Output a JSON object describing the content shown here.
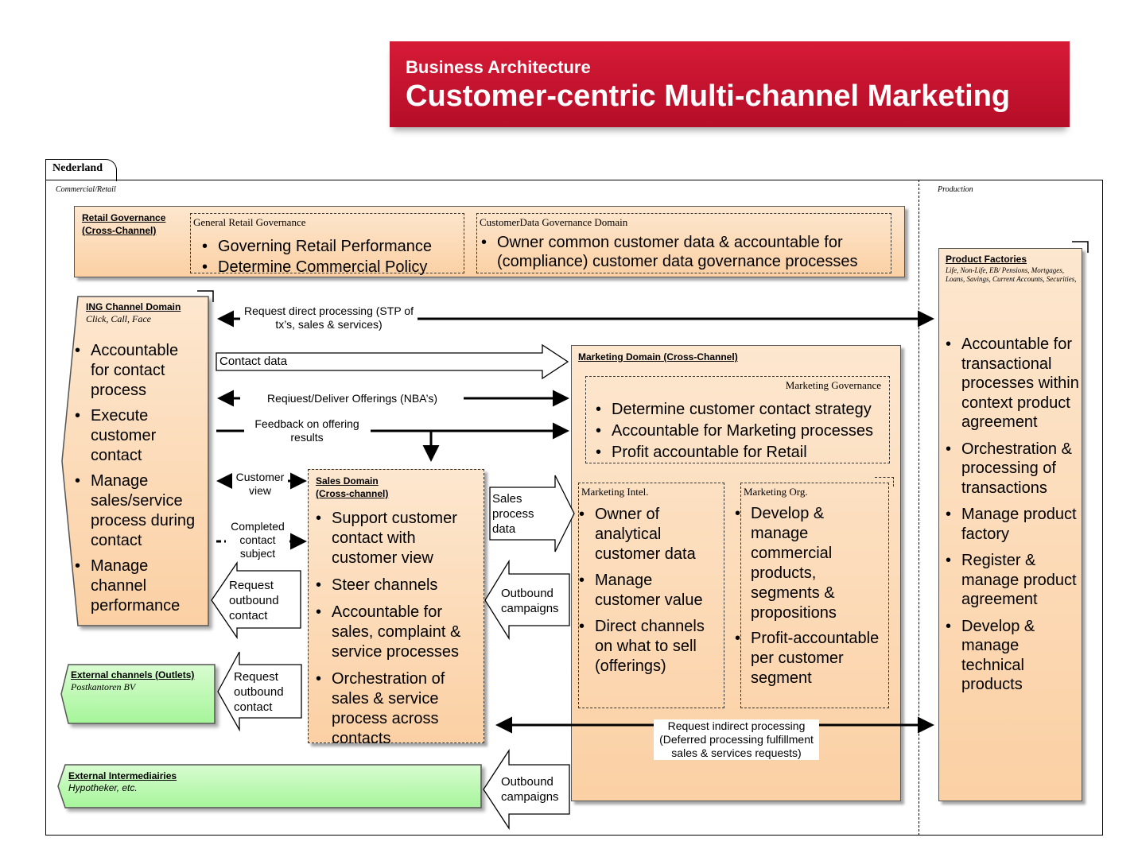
{
  "banner": {
    "subtitle": "Business Architecture",
    "title": "Customer-centric Multi-channel Marketing"
  },
  "tab": {
    "label": "Nederland"
  },
  "frame": {
    "left_label": "Commercial/Retail",
    "right_label": "Production"
  },
  "retail_governance": {
    "title_line1": "Retail Governance",
    "title_line2": "(Cross-Channel)",
    "general": {
      "title": "General  Retail Governance",
      "items": [
        "Governing Retail Performance",
        "Determine Commercial Policy"
      ]
    },
    "customer_data": {
      "title": "CustomerData Governance  Domain",
      "items": [
        "Owner common customer data & accountable for (compliance) customer data governance processes"
      ]
    }
  },
  "ing_channel": {
    "title": "ING Channel  Domain",
    "subtitle": "Click, Call, Face",
    "items": [
      "Accountable for contact process",
      "Execute customer contact",
      "Manage sales/service process during contact",
      "Manage channel performance"
    ]
  },
  "external_channels": {
    "title": "External channels  (Outlets)",
    "subtitle": "Postkantoren BV"
  },
  "external_intermediairies": {
    "title": "External Intermediairies",
    "subtitle": "Hypotheker, etc."
  },
  "sales_domain": {
    "title_line1": "Sales Domain",
    "title_line2": "(Cross-channel)",
    "items": [
      "Support customer contact with customer view",
      "Steer channels",
      "Accountable for sales, complaint & service processes",
      "Orchestration of sales & service process across contacts"
    ]
  },
  "marketing_domain": {
    "title": "Marketing Domain  (Cross-Channel)",
    "governance": {
      "title": "Marketing Governance",
      "items": [
        "Determine customer contact strategy",
        "Accountable for Marketing processes",
        "Profit accountable for Retail"
      ]
    },
    "intel": {
      "title": "Marketing Intel.",
      "items": [
        "Owner of analytical customer data",
        "Manage customer value",
        "Direct channels on what to sell (offerings)"
      ]
    },
    "org": {
      "title": "Marketing Org.",
      "items": [
        "Develop & manage commercial products, segments & propositions",
        "Profit-accountable per customer segment"
      ]
    }
  },
  "product_factories": {
    "title": "Product  Factories",
    "subtitle": "Life, Non-Life, EB/ Pensions, Mortgages, Loans, Savings, Current Accounts, Securities,",
    "items": [
      "Accountable for transactional processes within context product agreement",
      "Orchestration & processing of transactions",
      "Manage product factory",
      "Register & manage product agreement",
      "Develop & manage technical products"
    ]
  },
  "flows": {
    "request_direct": "Request direct processing (STP of tx’s, sales & services)",
    "contact_data": "Contact data",
    "offerings": "Reqiuest/Deliver Offerings (NBA’s)",
    "feedback": "Feedback on offering results",
    "customer_view": "Customer view",
    "completed_contact": "Completed contact subject",
    "request_outbound_1": "Request outbound contact",
    "request_outbound_2": "Request outbound contact",
    "sales_process_data": "Sales process data",
    "outbound_campaigns_1": "Outbound campaigns",
    "outbound_campaigns_2": "Outbound campaigns",
    "request_indirect": "Request indirect processing (Deferred processing fulfillment sales & services requests)"
  },
  "colors": {
    "banner": "#c8102e",
    "orange_top": "#fde7cf",
    "orange_bottom": "#fbd0a4",
    "green_top": "#d8fcd0",
    "green_bottom": "#a6f59a"
  }
}
